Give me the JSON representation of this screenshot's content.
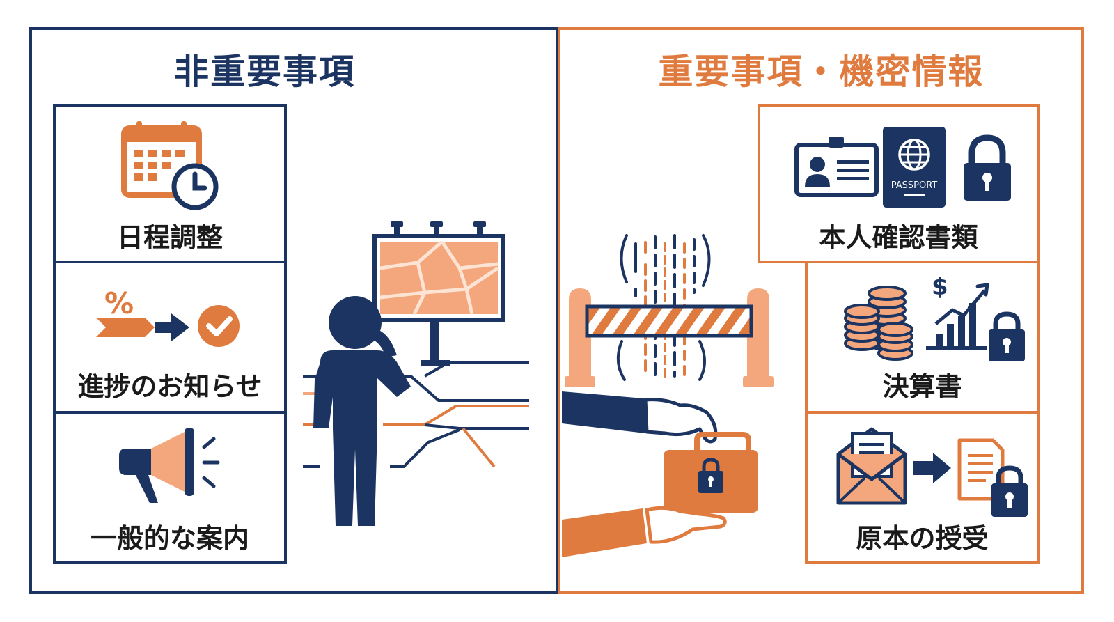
{
  "left_section": {
    "title": "非重要事項",
    "items": [
      {
        "label": "日程調整",
        "icon": "calendar-clock-icon"
      },
      {
        "label": "進捗のお知らせ",
        "icon": "progress-check-icon"
      },
      {
        "label": "一般的な案内",
        "icon": "megaphone-icon"
      }
    ],
    "illustration": "person-viewing-map-board"
  },
  "right_section": {
    "title": "重要事項・機密情報",
    "items": [
      {
        "label": "本人確認書類",
        "icon": "id-passport-lock-icon",
        "passport_text": "PASSPORT"
      },
      {
        "label": "決算書",
        "icon": "coins-chart-lock-icon",
        "currency_symbol": "$"
      },
      {
        "label": "原本の授受",
        "icon": "envelope-document-lock-icon"
      }
    ],
    "illustration": "barrier-and-locked-briefcase-handover"
  },
  "colors": {
    "navy": "#1c3461",
    "orange": "#e07b3f",
    "light_orange": "#f4a77c",
    "pale_orange": "#f9cfb3"
  }
}
